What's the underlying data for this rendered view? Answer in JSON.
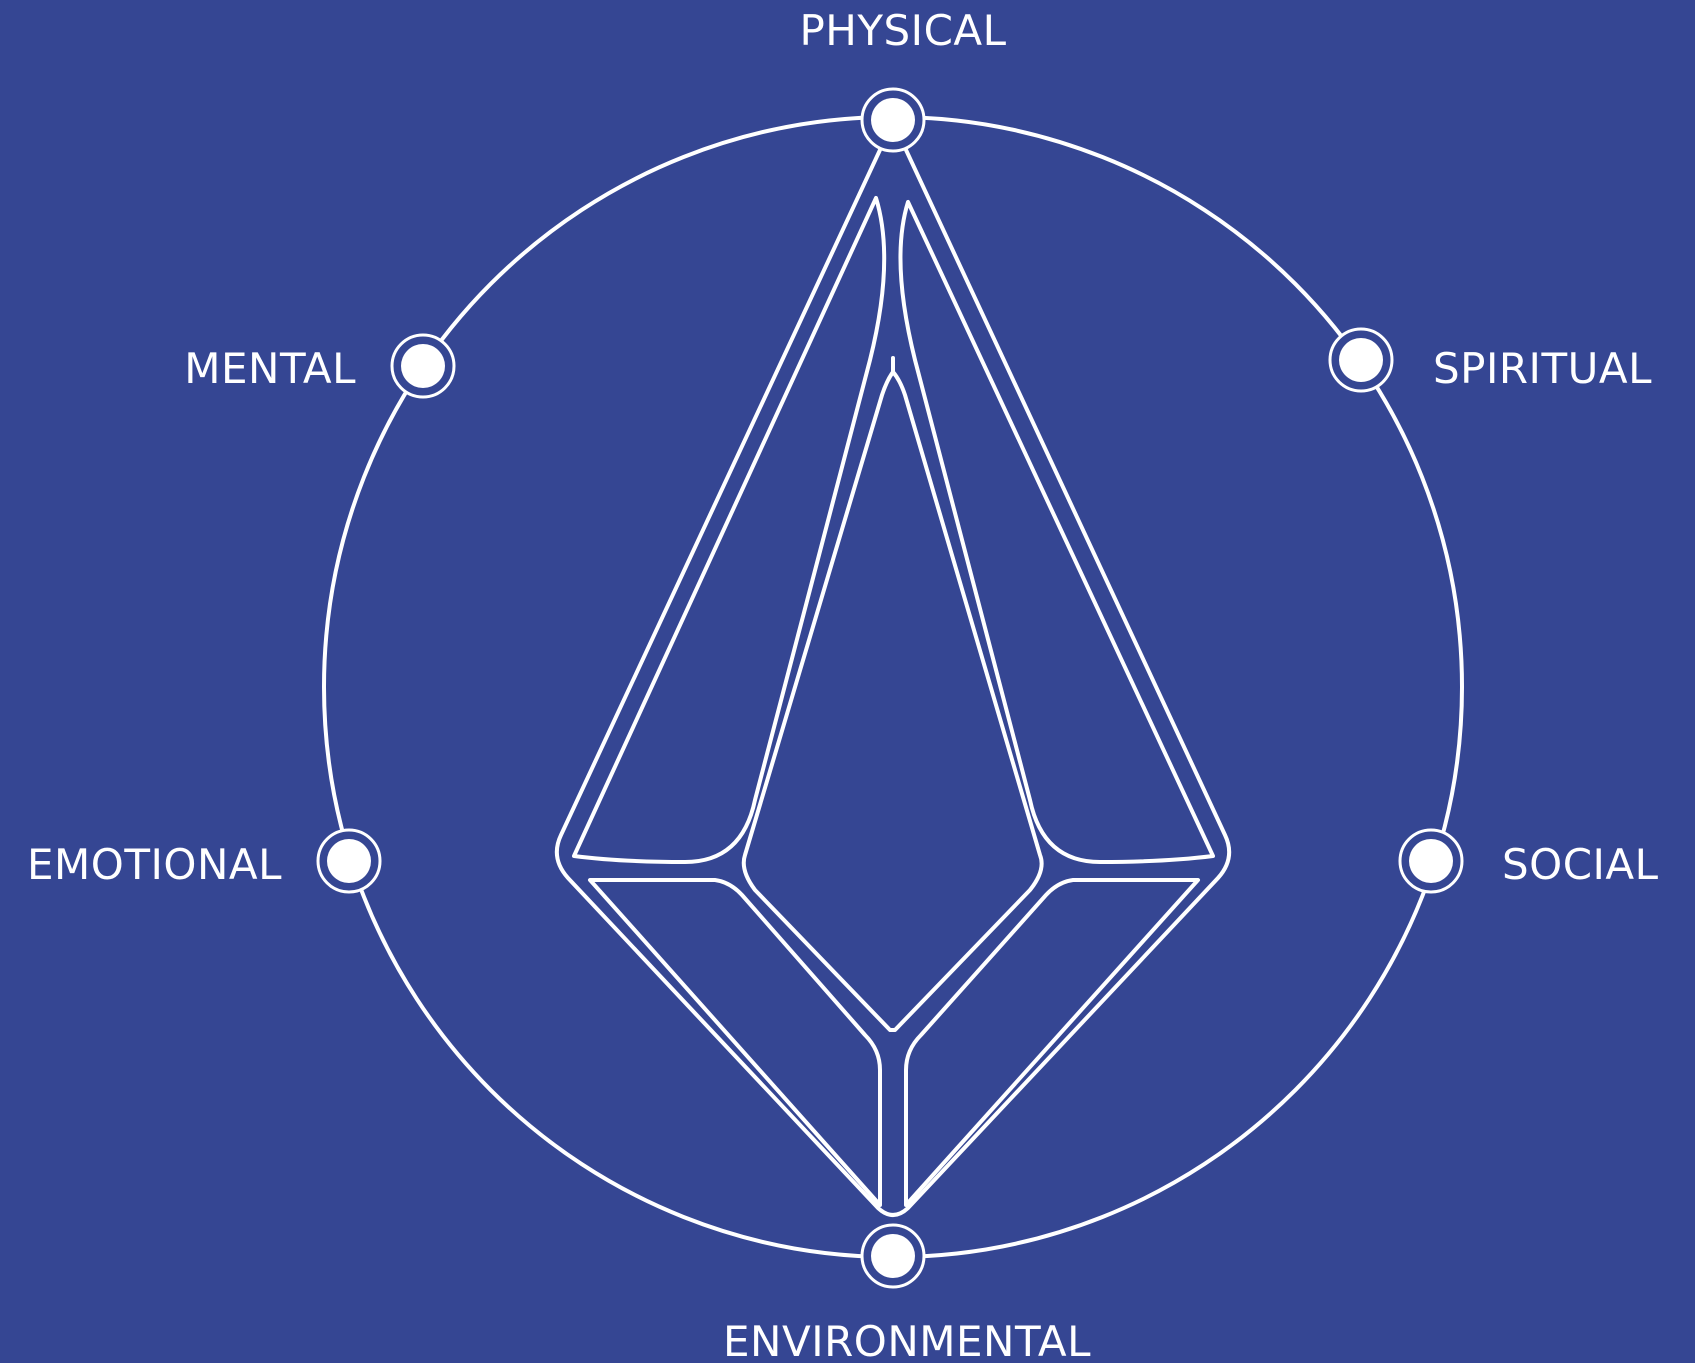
{
  "diagram": {
    "labels": {
      "physical": "PHYSICAL",
      "mental": "MENTAL",
      "spiritual": "SPIRITUAL",
      "emotional": "EMOTIONAL",
      "social": "SOCIAL",
      "environmental": "ENVIRONMENTAL"
    }
  },
  "colors": {
    "background": "#354693",
    "stroke": "#ffffff"
  }
}
